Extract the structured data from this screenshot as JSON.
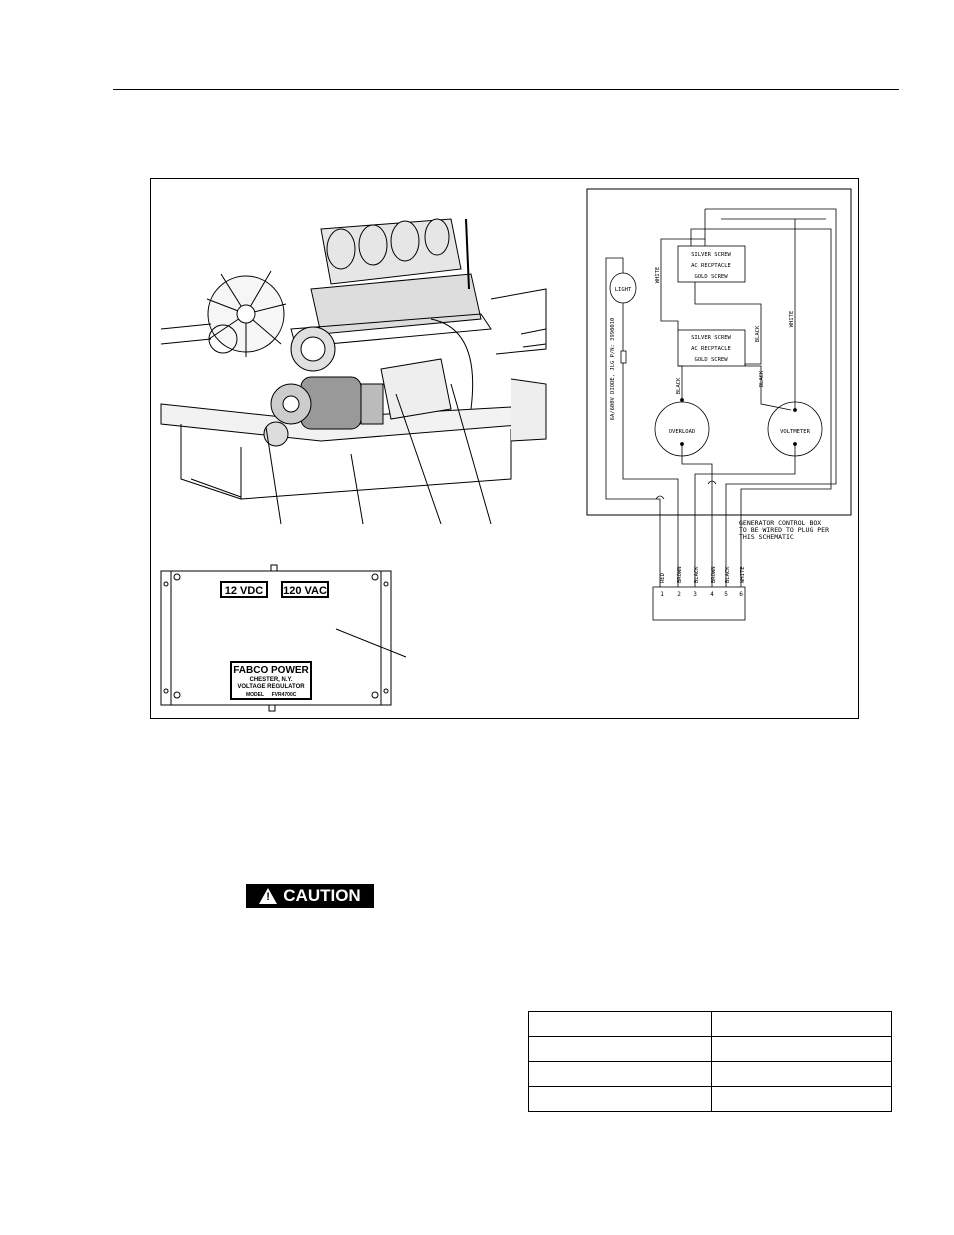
{
  "figure": {
    "panel_labels": {
      "vdc": "12 VDC",
      "vac": "120 VAC",
      "maker": "FABCO POWER",
      "location": "CHESTER, N.Y.",
      "device": "VOLTAGE REGULATOR",
      "model_prefix": "MODEL",
      "model_code": "FVR4700C"
    },
    "schematic": {
      "receptacle_top": [
        "SILVER SCREW",
        "AC RECPTACLE",
        "GOLD SCREW"
      ],
      "receptacle_bottom": [
        "SILVER SCREW",
        "AC RECPTACLE",
        "GOLD SCREW"
      ],
      "light": "LIGHT",
      "overload": "OVERLOAD",
      "voltmeter": "VOLTMETER",
      "diode": "6A/600V DIODE, JLG P/N: 3990010",
      "wire_white_1": "WHITE",
      "wire_white_2": "WHITE",
      "wire_black_1": "BLACK",
      "wire_black_2": "BLACK",
      "wire_black_3": "BLACK",
      "note_lines": [
        "GENERATOR CONTROL BOX",
        "TO BE WIRED TO PLUG PER",
        "THIS SCHEMATIC"
      ],
      "plug_wires": [
        "RED",
        "BROWN",
        "BLACK",
        "BROWN",
        "BLACK",
        "WHITE"
      ],
      "plug_pins": [
        "1",
        "2",
        "3",
        "4",
        "5",
        "6"
      ]
    }
  },
  "caution": {
    "label": "CAUTION",
    "symbol": "!"
  },
  "table": {
    "rows": [
      [
        "",
        ""
      ],
      [
        "",
        ""
      ],
      [
        "",
        ""
      ],
      [
        "",
        ""
      ]
    ]
  }
}
